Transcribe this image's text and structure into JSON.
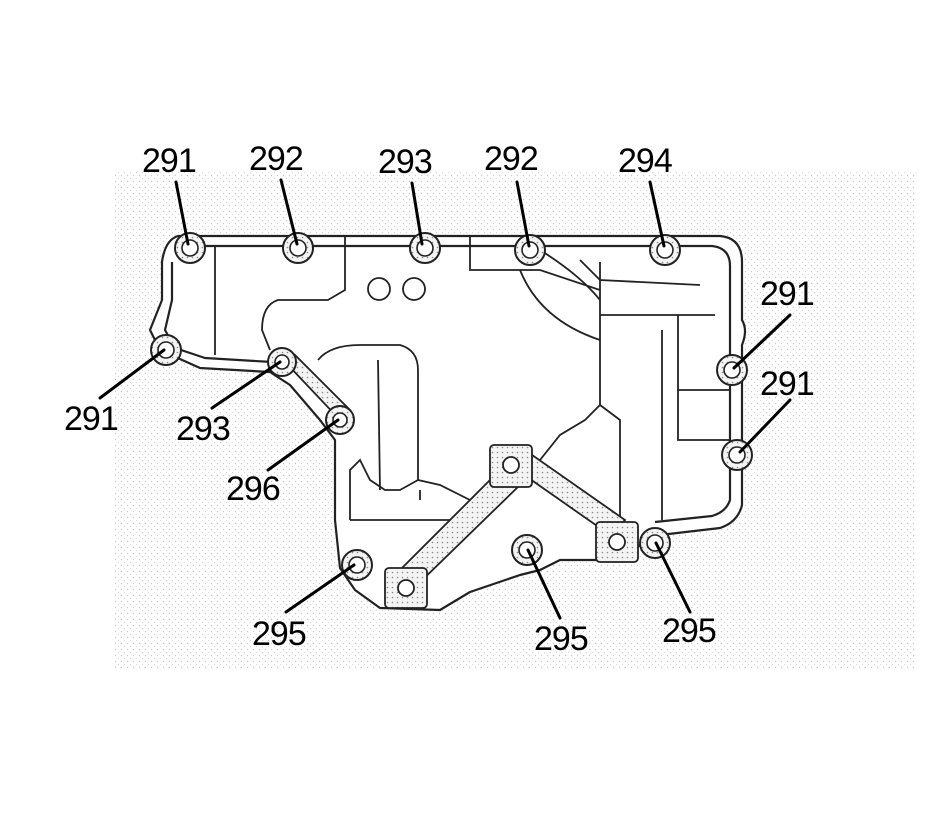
{
  "diagram": {
    "callouts": [
      {
        "id": "c1",
        "label": "291"
      },
      {
        "id": "c2",
        "label": "292"
      },
      {
        "id": "c3",
        "label": "293"
      },
      {
        "id": "c4",
        "label": "292"
      },
      {
        "id": "c5",
        "label": "294"
      },
      {
        "id": "c6",
        "label": "291"
      },
      {
        "id": "c7",
        "label": "291"
      },
      {
        "id": "c8",
        "label": "291"
      },
      {
        "id": "c9",
        "label": "293"
      },
      {
        "id": "c10",
        "label": "296"
      },
      {
        "id": "c11",
        "label": "295"
      },
      {
        "id": "c12",
        "label": "295"
      },
      {
        "id": "c13",
        "label": "295"
      }
    ]
  }
}
